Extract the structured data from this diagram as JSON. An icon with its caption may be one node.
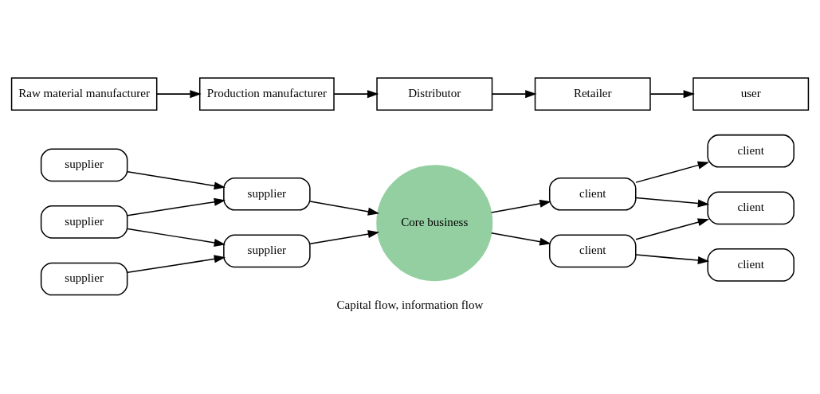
{
  "diagram": {
    "caption": "Capital flow, information flow",
    "nodes": [
      {
        "text": [
          "supplier"
        ]
      },
      {
        "text": [
          "supplier"
        ]
      },
      {
        "text": [
          "supplier"
        ]
      },
      {
        "text": [
          "supplier"
        ]
      },
      {
        "text": [
          "supplier"
        ]
      },
      {
        "text": [
          "Core business"
        ]
      },
      {
        "text": [
          "client"
        ]
      },
      {
        "text": [
          "client"
        ]
      },
      {
        "text": [
          "client"
        ]
      },
      {
        "text": [
          "client"
        ]
      },
      {
        "text": [
          "client"
        ]
      },
      {
        "text": [
          "Raw material manufacturer"
        ]
      },
      {
        "text": [
          "Production manufacturer"
        ]
      },
      {
        "text": [
          "Distributor"
        ]
      },
      {
        "text": [
          "Retailer"
        ]
      },
      {
        "text": [
          "user"
        ]
      }
    ],
    "edges": [
      {
        "from": 0,
        "to": 3,
        "arrow": "to"
      },
      {
        "from": 1,
        "to": 3,
        "arrow": "to"
      },
      {
        "from": 1,
        "to": 4,
        "arrow": "to"
      },
      {
        "from": 2,
        "to": 4,
        "arrow": "to"
      },
      {
        "from": 3,
        "to": 5,
        "arrow": "to"
      },
      {
        "from": 4,
        "to": 5,
        "arrow": "to"
      },
      {
        "from": 5,
        "to": 6,
        "arrow": "to"
      },
      {
        "from": 5,
        "to": 7,
        "arrow": "to"
      },
      {
        "from": 6,
        "to": 8,
        "arrow": "to"
      },
      {
        "from": 6,
        "to": 9,
        "arrow": "to"
      },
      {
        "from": 7,
        "to": 9,
        "arrow": "to"
      },
      {
        "from": 7,
        "to": 10,
        "arrow": "to"
      },
      {
        "from": 11,
        "to": 12,
        "arrow": "to"
      },
      {
        "from": 12,
        "to": 13,
        "arrow": "to"
      },
      {
        "from": 13,
        "to": 14,
        "arrow": "to"
      },
      {
        "from": 14,
        "to": 15,
        "arrow": "to"
      }
    ]
  }
}
